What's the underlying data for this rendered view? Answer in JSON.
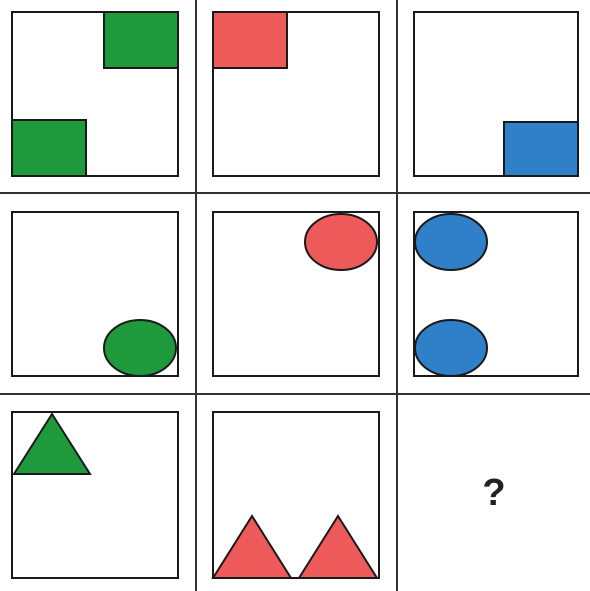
{
  "puzzle": {
    "answer_placeholder": "?",
    "colors": {
      "green": "#1e9a3c",
      "red": "#ee5a5a",
      "blue": "#2f7fc9",
      "outline": "#1a1a1a",
      "grid_line": "#333333",
      "background": "#ffffff"
    },
    "cells": [
      {
        "row": 1,
        "col": 1,
        "shape": "square",
        "color": "green",
        "count": 2
      },
      {
        "row": 1,
        "col": 2,
        "shape": "square",
        "color": "red",
        "count": 1
      },
      {
        "row": 1,
        "col": 3,
        "shape": "square",
        "color": "blue",
        "count": 1
      },
      {
        "row": 2,
        "col": 1,
        "shape": "oval",
        "color": "green",
        "count": 1
      },
      {
        "row": 2,
        "col": 2,
        "shape": "oval",
        "color": "red",
        "count": 1
      },
      {
        "row": 2,
        "col": 3,
        "shape": "oval",
        "color": "blue",
        "count": 2
      },
      {
        "row": 3,
        "col": 1,
        "shape": "triangle",
        "color": "green",
        "count": 1
      },
      {
        "row": 3,
        "col": 2,
        "shape": "triangle",
        "color": "red",
        "count": 2
      },
      {
        "row": 3,
        "col": 3,
        "shape": "unknown",
        "color": "",
        "count": 0
      }
    ]
  }
}
